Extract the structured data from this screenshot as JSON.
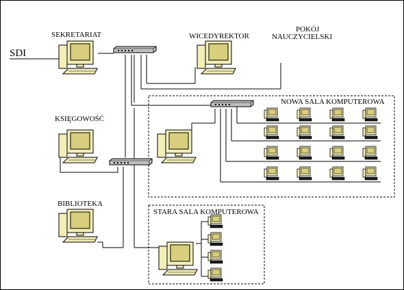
{
  "labels": {
    "sdi": "SDI",
    "sekretariat": "SEKRETARIAT",
    "wicedyrektor": "WICEDYREKTOR",
    "pokoj_line1": "POKÓJ",
    "pokoj_line2": "NAUCZYCIELSKI",
    "ksiegowosc": "KSIĘGOWOŚĆ",
    "biblioteka": "BIBLIOTEKA",
    "nowa_sala": "NOWA SALA KOMPUTEROWA",
    "stara_sala": "STARA SALA KOMPUTEROWA"
  },
  "colors": {
    "monitor_body": "#f2eeb8",
    "monitor_screen": "#d7cf7e",
    "switch_body": "#bfbfbf",
    "outline": "#000000",
    "background": "#ffffff"
  }
}
